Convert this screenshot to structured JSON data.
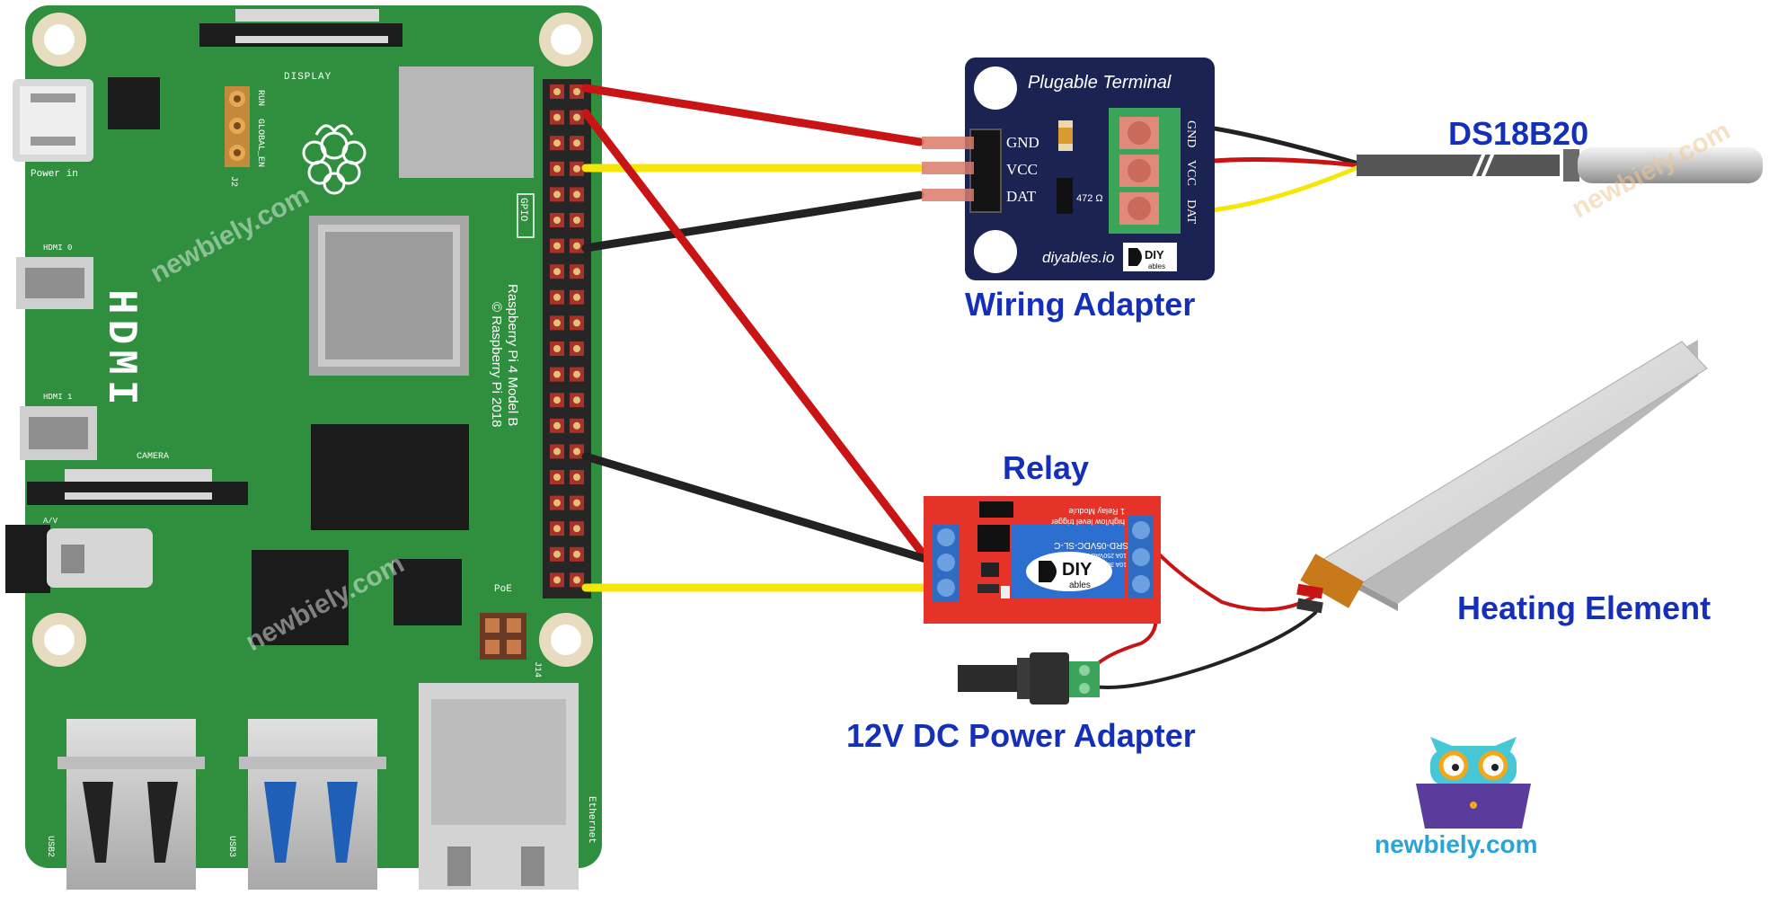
{
  "board": {
    "labels": {
      "display": "DISPLAY",
      "run": "RUN",
      "global_en": "GLOBAL_EN",
      "j2": "J2",
      "power_in": "Power in",
      "hdmi0": "HDMI 0",
      "hdmi1": "HDMI 1",
      "hdmi": "HDMI",
      "camera": "CAMERA",
      "av": "A/V",
      "gpio": "GPIO",
      "model": "Raspberry Pi 4 Model B",
      "copyright": "© Raspberry Pi 2018",
      "poe": "PoE",
      "j14": "J14",
      "usb2": "USB2",
      "usb3": "USB3",
      "ethernet": "Ethernet"
    }
  },
  "adapter": {
    "title": "Plugable Terminal",
    "pins": [
      "GND",
      "VCC",
      "DAT"
    ],
    "terminal_pins": [
      "GND",
      "VCC",
      "DAT"
    ],
    "resistor": "472 Ω",
    "brand": "diyables.io",
    "logo_text": "DIY",
    "logo_sub": "ables"
  },
  "relay": {
    "text_line1": "1 Relay Module",
    "text_line2": "high/low level trigger",
    "relay_model": "SRD-05VDC-SL-C",
    "rating1": "10A 250VAC 10A 125VAC",
    "rating2": "10A 30VDC 10A 28VDC",
    "logo_text": "DIY",
    "logo_sub": "ables"
  },
  "labels": {
    "ds18b20": "DS18B20",
    "wiring_adapter": "Wiring Adapter",
    "relay": "Relay",
    "heating_element": "Heating Element",
    "power_adapter": "12V DC Power Adapter",
    "site": "newbiely.com"
  },
  "watermark": "newbiely.com",
  "colors": {
    "pcb": "#2f8f3e",
    "label_blue": "#1530b8",
    "wire_red": "#c81414",
    "wire_black": "#222222",
    "wire_yellow": "#f5e60a",
    "adapter_board": "#1a2352",
    "relay_board": "#e5332a",
    "terminal_green": "#3aa55a",
    "site_blue": "#2aa4d8"
  }
}
